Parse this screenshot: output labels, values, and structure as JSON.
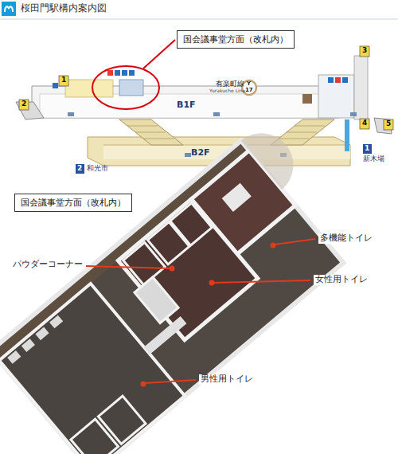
{
  "diagram": {
    "title": "桜田門駅構内案内図",
    "nodes": [
      {
        "text": [
          "国会議事堂方面（改札内）"
        ]
      },
      {
        "text": [
          "国会議事堂方面（改札内）"
        ]
      }
    ],
    "labels": [
      "有楽町線",
      "Yurakucho Line",
      "Y",
      "17",
      "B1F",
      "B2F",
      "1",
      "2",
      "3",
      "4",
      "5",
      "2",
      "和光市",
      "1",
      "新木場",
      "パウダーコーナー",
      "多機能トイレ",
      "女性用トイレ",
      "男性用トイレ"
    ]
  }
}
